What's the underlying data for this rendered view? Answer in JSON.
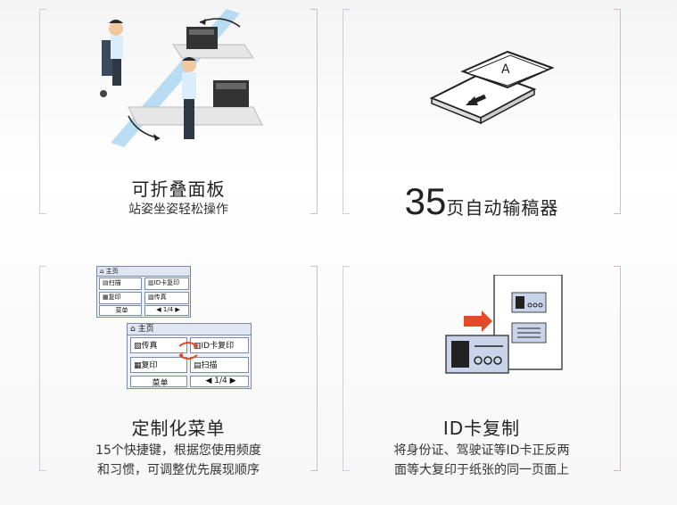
{
  "features": [
    {
      "title": "可折叠面板",
      "subtitle": "站姿坐姿轻松操作"
    },
    {
      "number": "35",
      "label": "页自动输稿器"
    },
    {
      "title": "定制化菜单",
      "subtitle_line1": "15个快捷键，根据您使用频度",
      "subtitle_line2": "和习惯，可调整优先展现顺序"
    },
    {
      "title": "ID卡复制",
      "subtitle_line1": "将身份证、驾驶证等ID卡正反两",
      "subtitle_line2": "面等大复印于纸张的同一页面上"
    }
  ],
  "menu_small": {
    "home": "主页",
    "scan": "扫描",
    "idcopy": "ID卡复印",
    "copy": "复印",
    "fax": "传真",
    "menu": "菜单",
    "page": "1/4"
  },
  "menu_large": {
    "home": "主页",
    "fax": "传真",
    "idcopy": "ID卡复印",
    "copy": "复印",
    "scan": "扫描",
    "menu": "菜单",
    "page": "1/4"
  },
  "feeder_letter": "A",
  "colors": {
    "accent_arrow": "#e34a2a",
    "blue_arc": "#a8d4f0",
    "card_bg": "#c9d4ea"
  }
}
